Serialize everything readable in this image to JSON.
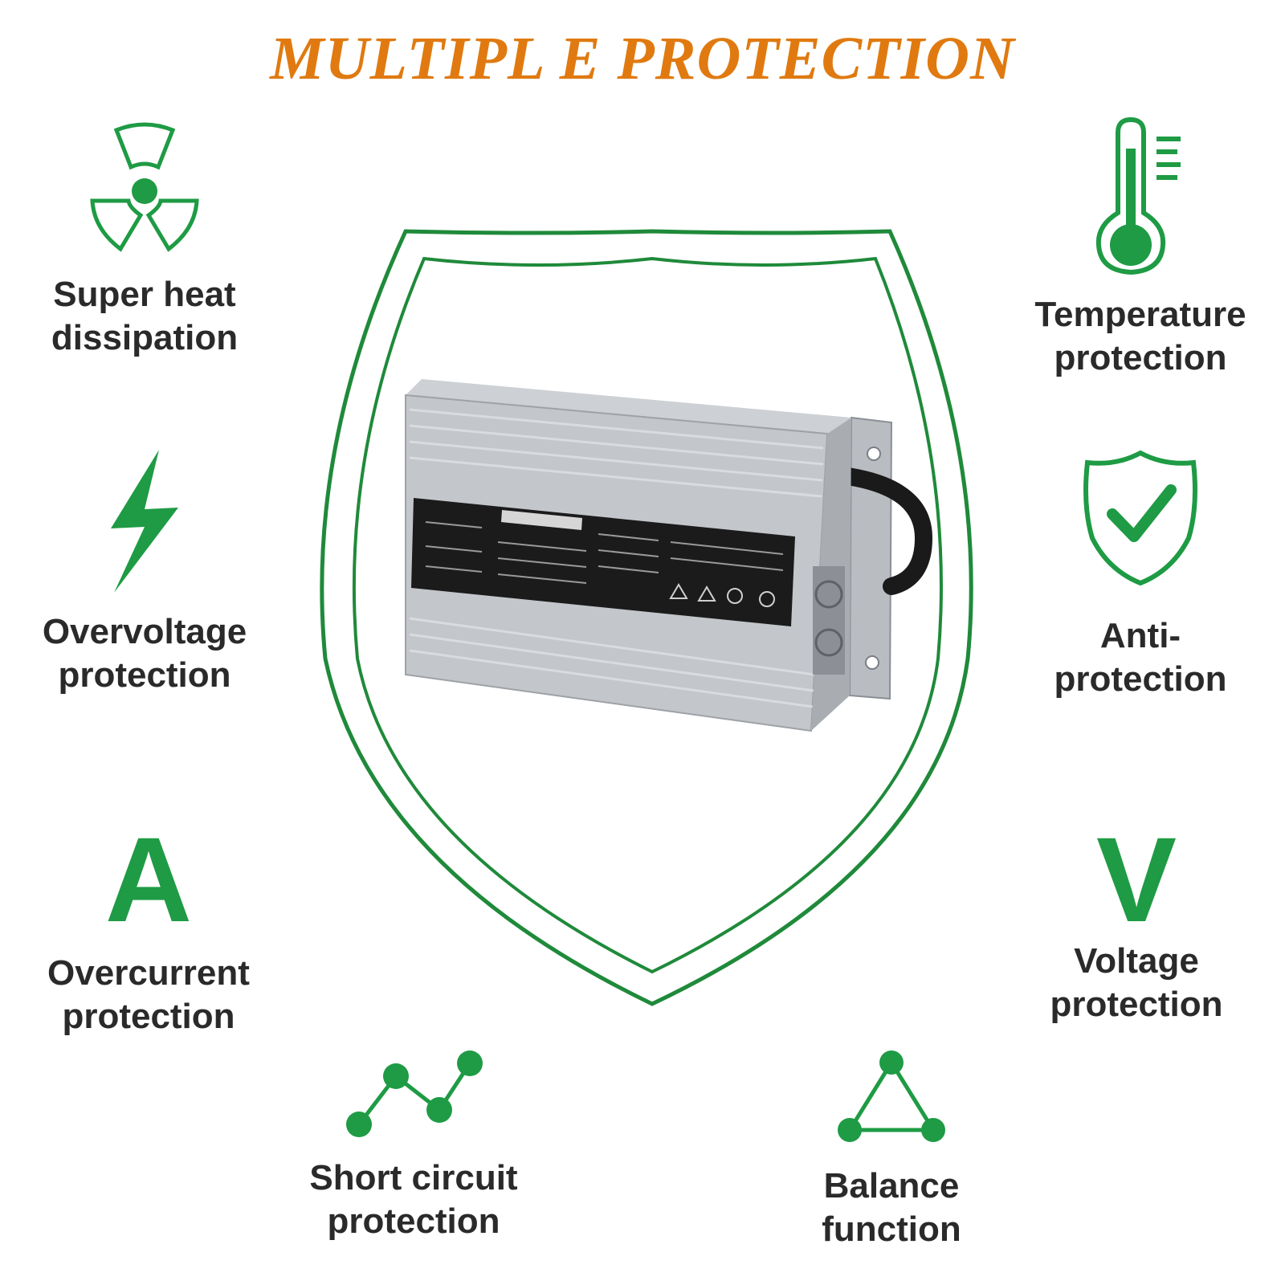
{
  "heading": "MULTIPL E PROTECTION",
  "colors": {
    "accent_green": "#1e9b44",
    "title_orange": "#e07a10",
    "shield_green": "#1f8a3a",
    "text_dark": "#2a2a2a"
  },
  "features": {
    "heat": {
      "line1": "Super heat",
      "line2": "dissipation",
      "icon": "radiation-fan-icon"
    },
    "overvoltage": {
      "line1": "Overvoltage",
      "line2": "protection",
      "icon": "lightning-bolt-icon"
    },
    "overcurrent": {
      "line1": "Overcurrent",
      "line2": "protection",
      "icon_letter": "A"
    },
    "shortcircuit": {
      "line1": "Short circuit",
      "line2": "protection",
      "icon": "zigzag-nodes-icon"
    },
    "temperature": {
      "line1": "Temperature",
      "line2": "protection",
      "icon": "thermometer-icon"
    },
    "anti": {
      "line1": "Anti-",
      "line2": "protection",
      "icon": "shield-check-icon"
    },
    "voltage": {
      "line1": "Voltage",
      "line2": "protection",
      "icon_letter": "V"
    },
    "balance": {
      "line1": "Balance",
      "line2": "function",
      "icon": "triangle-nodes-icon"
    }
  }
}
